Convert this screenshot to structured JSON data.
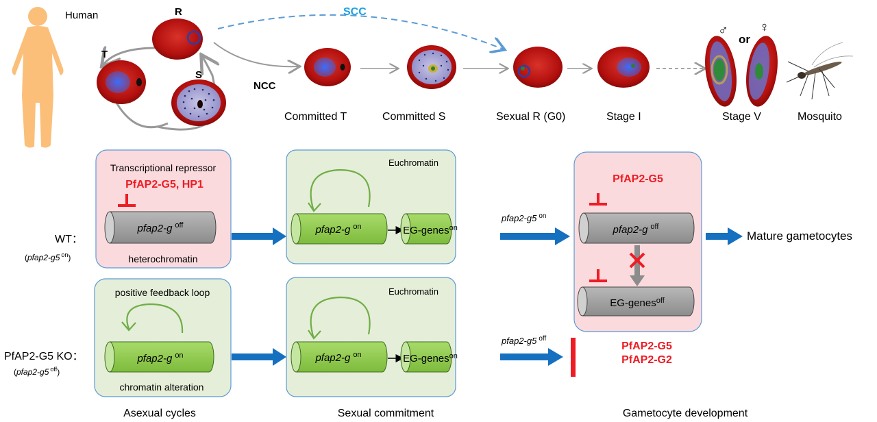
{
  "top": {
    "human_label": "Human",
    "cycle": {
      "r": "R",
      "t": "T",
      "s": "S"
    },
    "scc_label": "SCC",
    "ncc_label": "NCC",
    "stages": [
      "Committed T",
      "Committed S",
      "Sexual R (G0)",
      "Stage I",
      "Stage V",
      "Mosquito"
    ],
    "male_symbol": "♂",
    "or_label": "or",
    "female_symbol": "♀"
  },
  "wt": {
    "label": "WT：",
    "sub_gene": "pfap2-g5",
    "sub_sup": "on",
    "box1": {
      "title": "Transcriptional repressor",
      "repressors": "PfAP2-G5, HP1",
      "gene": "pfap2-g",
      "gene_state": "off",
      "caption": "heterochromatin"
    },
    "box2": {
      "title": "Euchromatin",
      "gene": "pfap2-g",
      "gene_state": "on",
      "target": "EG-genes",
      "target_state": "on"
    },
    "arrow_gene": "pfap2-g5",
    "arrow_sup": "on",
    "box3": {
      "title": "PfAP2-G5",
      "gene": "pfap2-g",
      "gene_state": "off",
      "target": "EG-genes",
      "target_state": "off"
    },
    "outcome": "Mature  gametocytes"
  },
  "ko": {
    "label": "PfAP2-G5 KO：",
    "sub_gene": "pfap2-g5",
    "sub_sup": "off",
    "box1": {
      "title": "positive feedback loop",
      "gene": "pfap2-g",
      "gene_state": "on",
      "caption": "chromatin alteration"
    },
    "box2": {
      "title": "Euchromatin",
      "gene": "pfap2-g",
      "gene_state": "on",
      "target": "EG-genes",
      "target_state": "on"
    },
    "arrow_gene": "pfap2-g5",
    "arrow_sup": "off"
  },
  "regulators": [
    "PfAP2-G5",
    "PfAP2-G2"
  ],
  "columns": [
    "Asexual cycles",
    "Sexual commitment",
    "Gametocyte development"
  ],
  "colors": {
    "red_text": "#ee1c24",
    "scc_blue": "#1ba1e2",
    "flow_blue": "#1570c0",
    "pink_box": "#fadadd",
    "green_box": "#e5eed8",
    "box_border": "#5b9bd5",
    "gene_green": "#92d050",
    "gene_gray": "#a6a6a6",
    "loop_green": "#70ad47"
  }
}
